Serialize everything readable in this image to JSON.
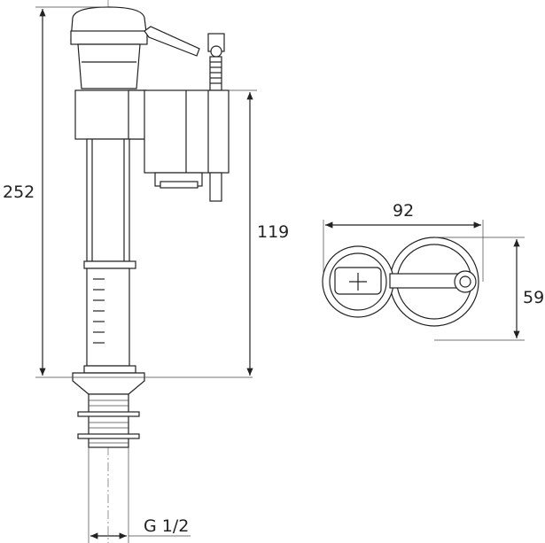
{
  "dimensions": {
    "total_height": "252",
    "mount_height": "119",
    "width": "92",
    "depth": "59",
    "thread": "G 1/2"
  }
}
